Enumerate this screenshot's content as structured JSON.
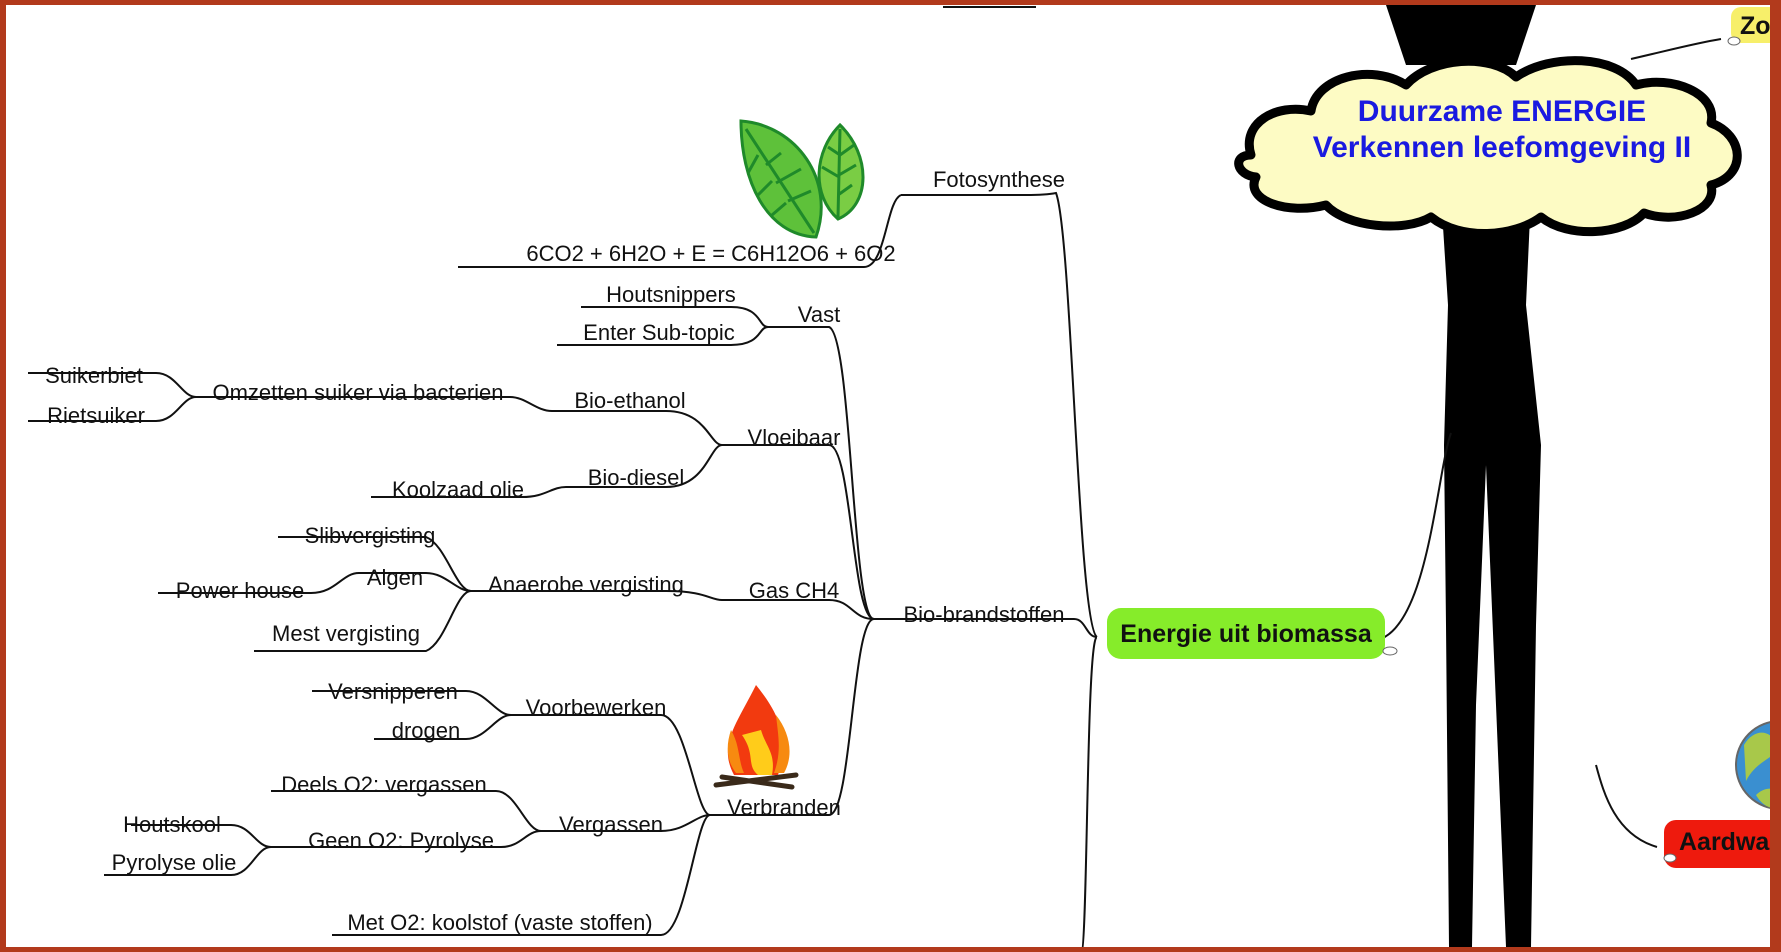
{
  "map": {
    "central": {
      "line1": "Duurzame ENERGIE",
      "line2": "Verkennen leefomgeving II"
    },
    "main_topic": "Energie uit biomassa",
    "side_topics": {
      "top_right": "Zo",
      "bottom_right": "Aardwa"
    },
    "branches": {
      "fotosynthese": {
        "label": "Fotosynthese",
        "formula": "6CO2 + 6H2O + E = C6H12O6 + 6O2"
      },
      "bio_brandstoffen": "Bio-brandstoffen",
      "vast": {
        "label": "Vast",
        "children": [
          "Houtsnippers",
          "Enter Sub-topic"
        ]
      },
      "vloeibaar": {
        "label": "Vloeibaar",
        "bio_ethanol": "Bio-ethanol",
        "omzetten": "Omzetten suiker via bacterien",
        "suikerbiet": "Suikerbiet",
        "rietsuiker": "Rietsuiker",
        "bio_diesel": "Bio-diesel",
        "koolzaad": "Koolzaad olie"
      },
      "gas": {
        "label": "Gas CH4",
        "anaerobe": "Anaerobe vergisting",
        "slibvergisting": "Slibvergisting",
        "algen": "Algen",
        "power_house": "Power house",
        "mest": "Mest vergisting"
      },
      "verbranden": {
        "label": "Verbranden",
        "voorbewerken": "Voorbewerken",
        "versnipperen": "Versnipperen",
        "drogen": "drogen",
        "vergassen": "Vergassen",
        "deels": "Deels O2: vergassen",
        "geen": "Geen O2: Pyrolyse",
        "houtskool": "Houtskool",
        "pyrolyse_olie": "Pyrolyse olie",
        "met_o2": "Met O2: koolstof (vaste stoffen)"
      }
    },
    "colors": {
      "frame": "#b23a1c",
      "central_fill": "#fdfbc4",
      "central_text": "#1a1ae0",
      "main_topic_fill": "#86ec2a",
      "side_top_fill": "#f7ef6a",
      "side_bottom_fill": "#ee1a0d"
    },
    "icons": [
      "leaves-icon",
      "campfire-icon",
      "globe-icon"
    ]
  }
}
